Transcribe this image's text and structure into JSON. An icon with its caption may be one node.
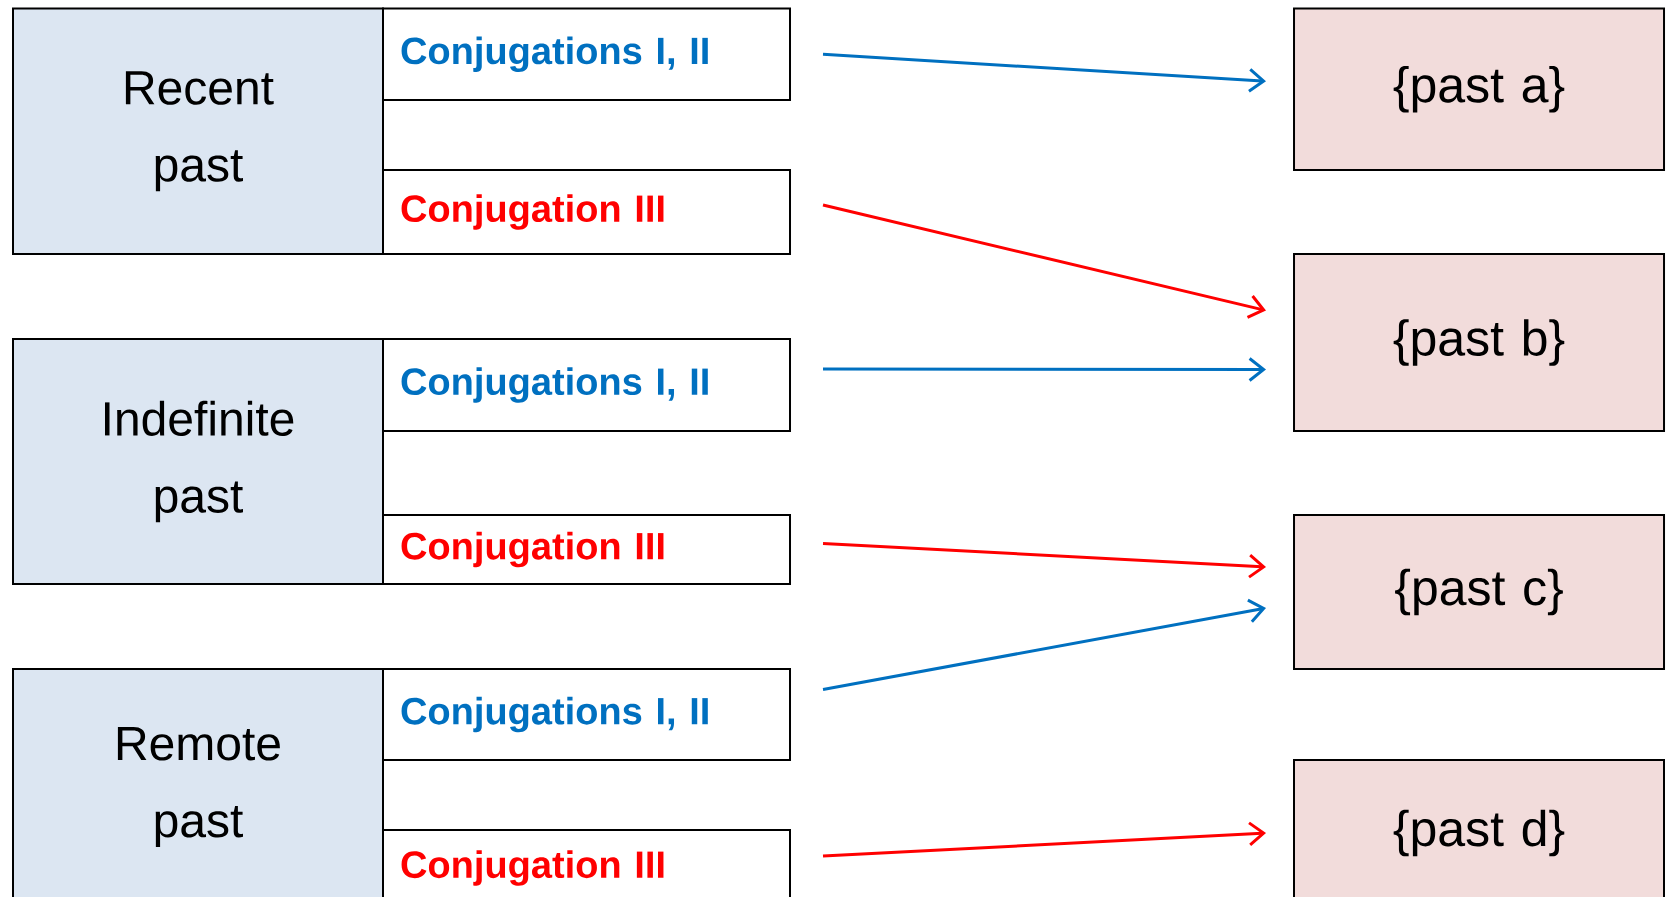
{
  "diagram": {
    "nodes": [
      {
        "text": [
          "Recent past"
        ]
      },
      {
        "text": [
          "Conjugations I, II"
        ]
      },
      {
        "text": [
          "Conjugation III"
        ]
      },
      {
        "text": [
          "Indefinite past"
        ]
      },
      {
        "text": [
          "Conjugations I, II"
        ]
      },
      {
        "text": [
          "Conjugation III"
        ]
      },
      {
        "text": [
          "Remote past"
        ]
      },
      {
        "text": [
          "Conjugations I, II"
        ]
      },
      {
        "text": [
          "Conjugation III"
        ]
      },
      {
        "text": [
          "{past a}"
        ]
      },
      {
        "text": [
          "{past b}"
        ]
      },
      {
        "text": [
          "{past c}"
        ]
      },
      {
        "text": [
          "{past d}"
        ]
      }
    ],
    "edges": [
      {
        "from": 1,
        "to": 9,
        "arrow": "to",
        "color": "#0070c0"
      },
      {
        "from": 2,
        "to": 10,
        "arrow": "to",
        "color": "#ff0000"
      },
      {
        "from": 4,
        "to": 10,
        "arrow": "to",
        "color": "#0070c0"
      },
      {
        "from": 5,
        "to": 11,
        "arrow": "to",
        "color": "#ff0000"
      },
      {
        "from": 7,
        "to": 11,
        "arrow": "to",
        "color": "#0070c0"
      },
      {
        "from": 8,
        "to": 12,
        "arrow": "to",
        "color": "#ff0000"
      }
    ]
  }
}
